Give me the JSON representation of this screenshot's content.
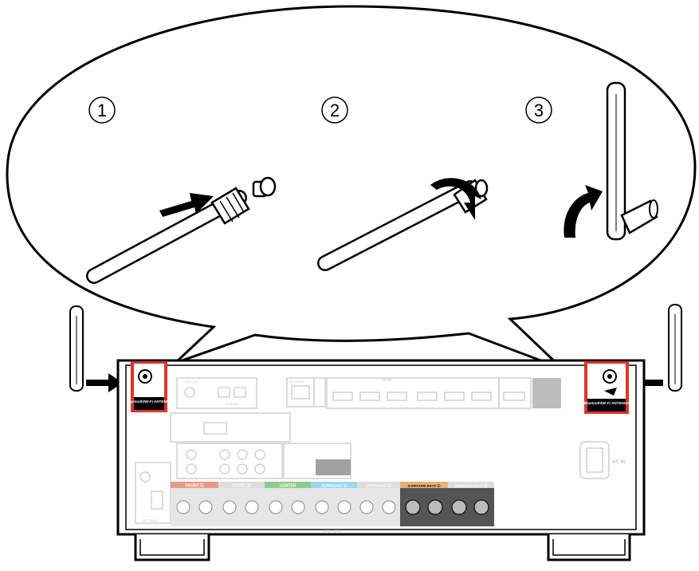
{
  "steps": [
    "1",
    "2",
    "3"
  ],
  "antenna_port_label": "Bluetooth/Wi-Fi ANTENNA",
  "rear_panel": {
    "ac_in": "AC IN",
    "antenna_section": "ANTENNA",
    "speakers": "SPEAKERS",
    "speaker_groups": [
      "FRONT Ⓛ",
      "FRONT Ⓡ",
      "CENTER",
      "SURROUND Ⓛ",
      "SURROUND Ⓡ",
      "SURROUND BACK Ⓛ",
      "SURROUND BACK Ⓡ"
    ],
    "hdmi": "HDMI",
    "network": "NETWORK",
    "optical": "OPTICAL",
    "coaxial": "COAXIAL"
  },
  "colors": {
    "highlight": "#e0332b",
    "front": "#e89a8a",
    "center": "#8fcc8f",
    "surround": "#9fd6ee",
    "surround_back": "#e8b070"
  }
}
